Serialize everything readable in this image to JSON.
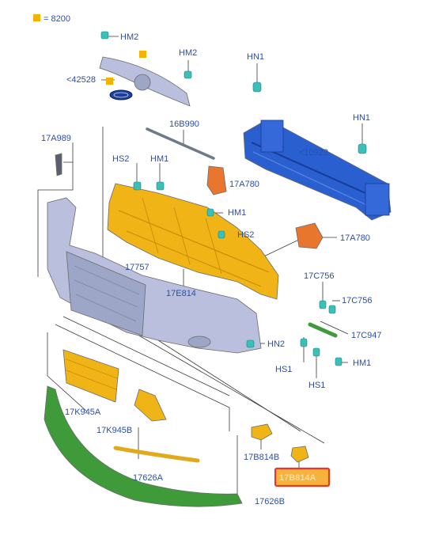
{
  "legend": {
    "text": "= 8200",
    "swatch_color": "#f2b400"
  },
  "colors": {
    "label": "#2b4fa8",
    "bumper": "#b9bfdc",
    "absorber": "#f0b416",
    "reinforcement": "#2a5fd0",
    "spoiler": "#3f9a3a",
    "bracket": "#e8762d",
    "clip": "#3ac0b8",
    "highlight_box": "#e8372d",
    "highlight_fill": "#f6b23a"
  },
  "labels": {
    "hm2_top": "HM2",
    "hm2_grille": "HM2",
    "hn1_left": "HN1",
    "hn1_right": "HN1",
    "emblem": "<42528",
    "strip": "16B990",
    "reinf": "<10922",
    "side_bracket": "17A989",
    "hs2_left": "HS2",
    "hm1_left": "HM1",
    "bracket_a": "17A780",
    "hm1_mid": "HM1",
    "hs2_mid": "HS2",
    "bracket_b": "17A780",
    "absorber_a": "17757",
    "absorber_b": "17E814",
    "c756_a": "17C756",
    "c756_b": "17C756",
    "c947": "17C947",
    "hn2": "HN2",
    "hs1_a": "HS1",
    "hm1_right": "HM1",
    "hs1_b": "HS1",
    "grille_lower": "17K945A",
    "grille_side": "17K945B",
    "fog_bezel": "17B814B",
    "lip_strip": "17626A",
    "lip_spoiler": "17626B",
    "highlighted_part": "17B814A"
  }
}
